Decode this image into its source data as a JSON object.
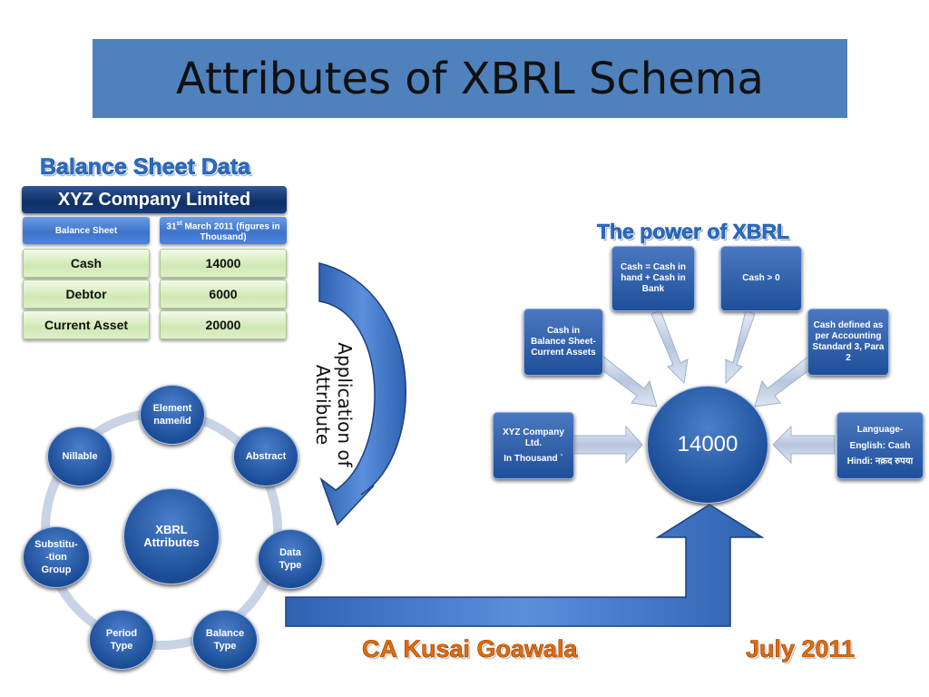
{
  "title": "Attributes of XBRL Schema",
  "balance_sheet": {
    "heading": "Balance Sheet Data",
    "company": "XYZ Company Limited",
    "col1_header": "Balance Sheet",
    "col2_header_sup": "31",
    "col2_header_sup_suffix": "st",
    "col2_header_rest": " March 2011 (figures in Thousand)",
    "rows": [
      {
        "label": "Cash",
        "value": "14000"
      },
      {
        "label": "Debtor",
        "value": "6000"
      },
      {
        "label": "Current Asset",
        "value": "20000"
      }
    ]
  },
  "application": {
    "label_line1": "Application of",
    "label_line2": "Attribute"
  },
  "attributes_cycle": {
    "center": "XBRL Attributes",
    "nodes": [
      "Element name/id",
      "Abstract",
      "Data Type",
      "Balance Type",
      "Period Type",
      "Substitu- -tion Group",
      "Nillable"
    ]
  },
  "power": {
    "heading": "The power of XBRL",
    "center_value": "14000",
    "boxes": {
      "cash_balance": "Cash in Balance Sheet- Current Assets",
      "cash_eq": "Cash = Cash in hand + Cash in Bank",
      "cash_gt": "Cash > 0",
      "cash_defined": "Cash defined as per Accounting Standard 3, Para 2",
      "xyz_line1": "XYZ Company Ltd.",
      "xyz_line2": "In Thousand `",
      "lang_line1": "Language-",
      "lang_line2": "English: Cash",
      "lang_line3": "Hindi: नक़द रुपया"
    }
  },
  "footer": {
    "author": "CA Kusai Goawala",
    "date": "July 2011"
  },
  "colors": {
    "title_bg": "#4f81bd",
    "accent_blue": "#1f4f9a",
    "footer_orange": "#e36c0a"
  }
}
